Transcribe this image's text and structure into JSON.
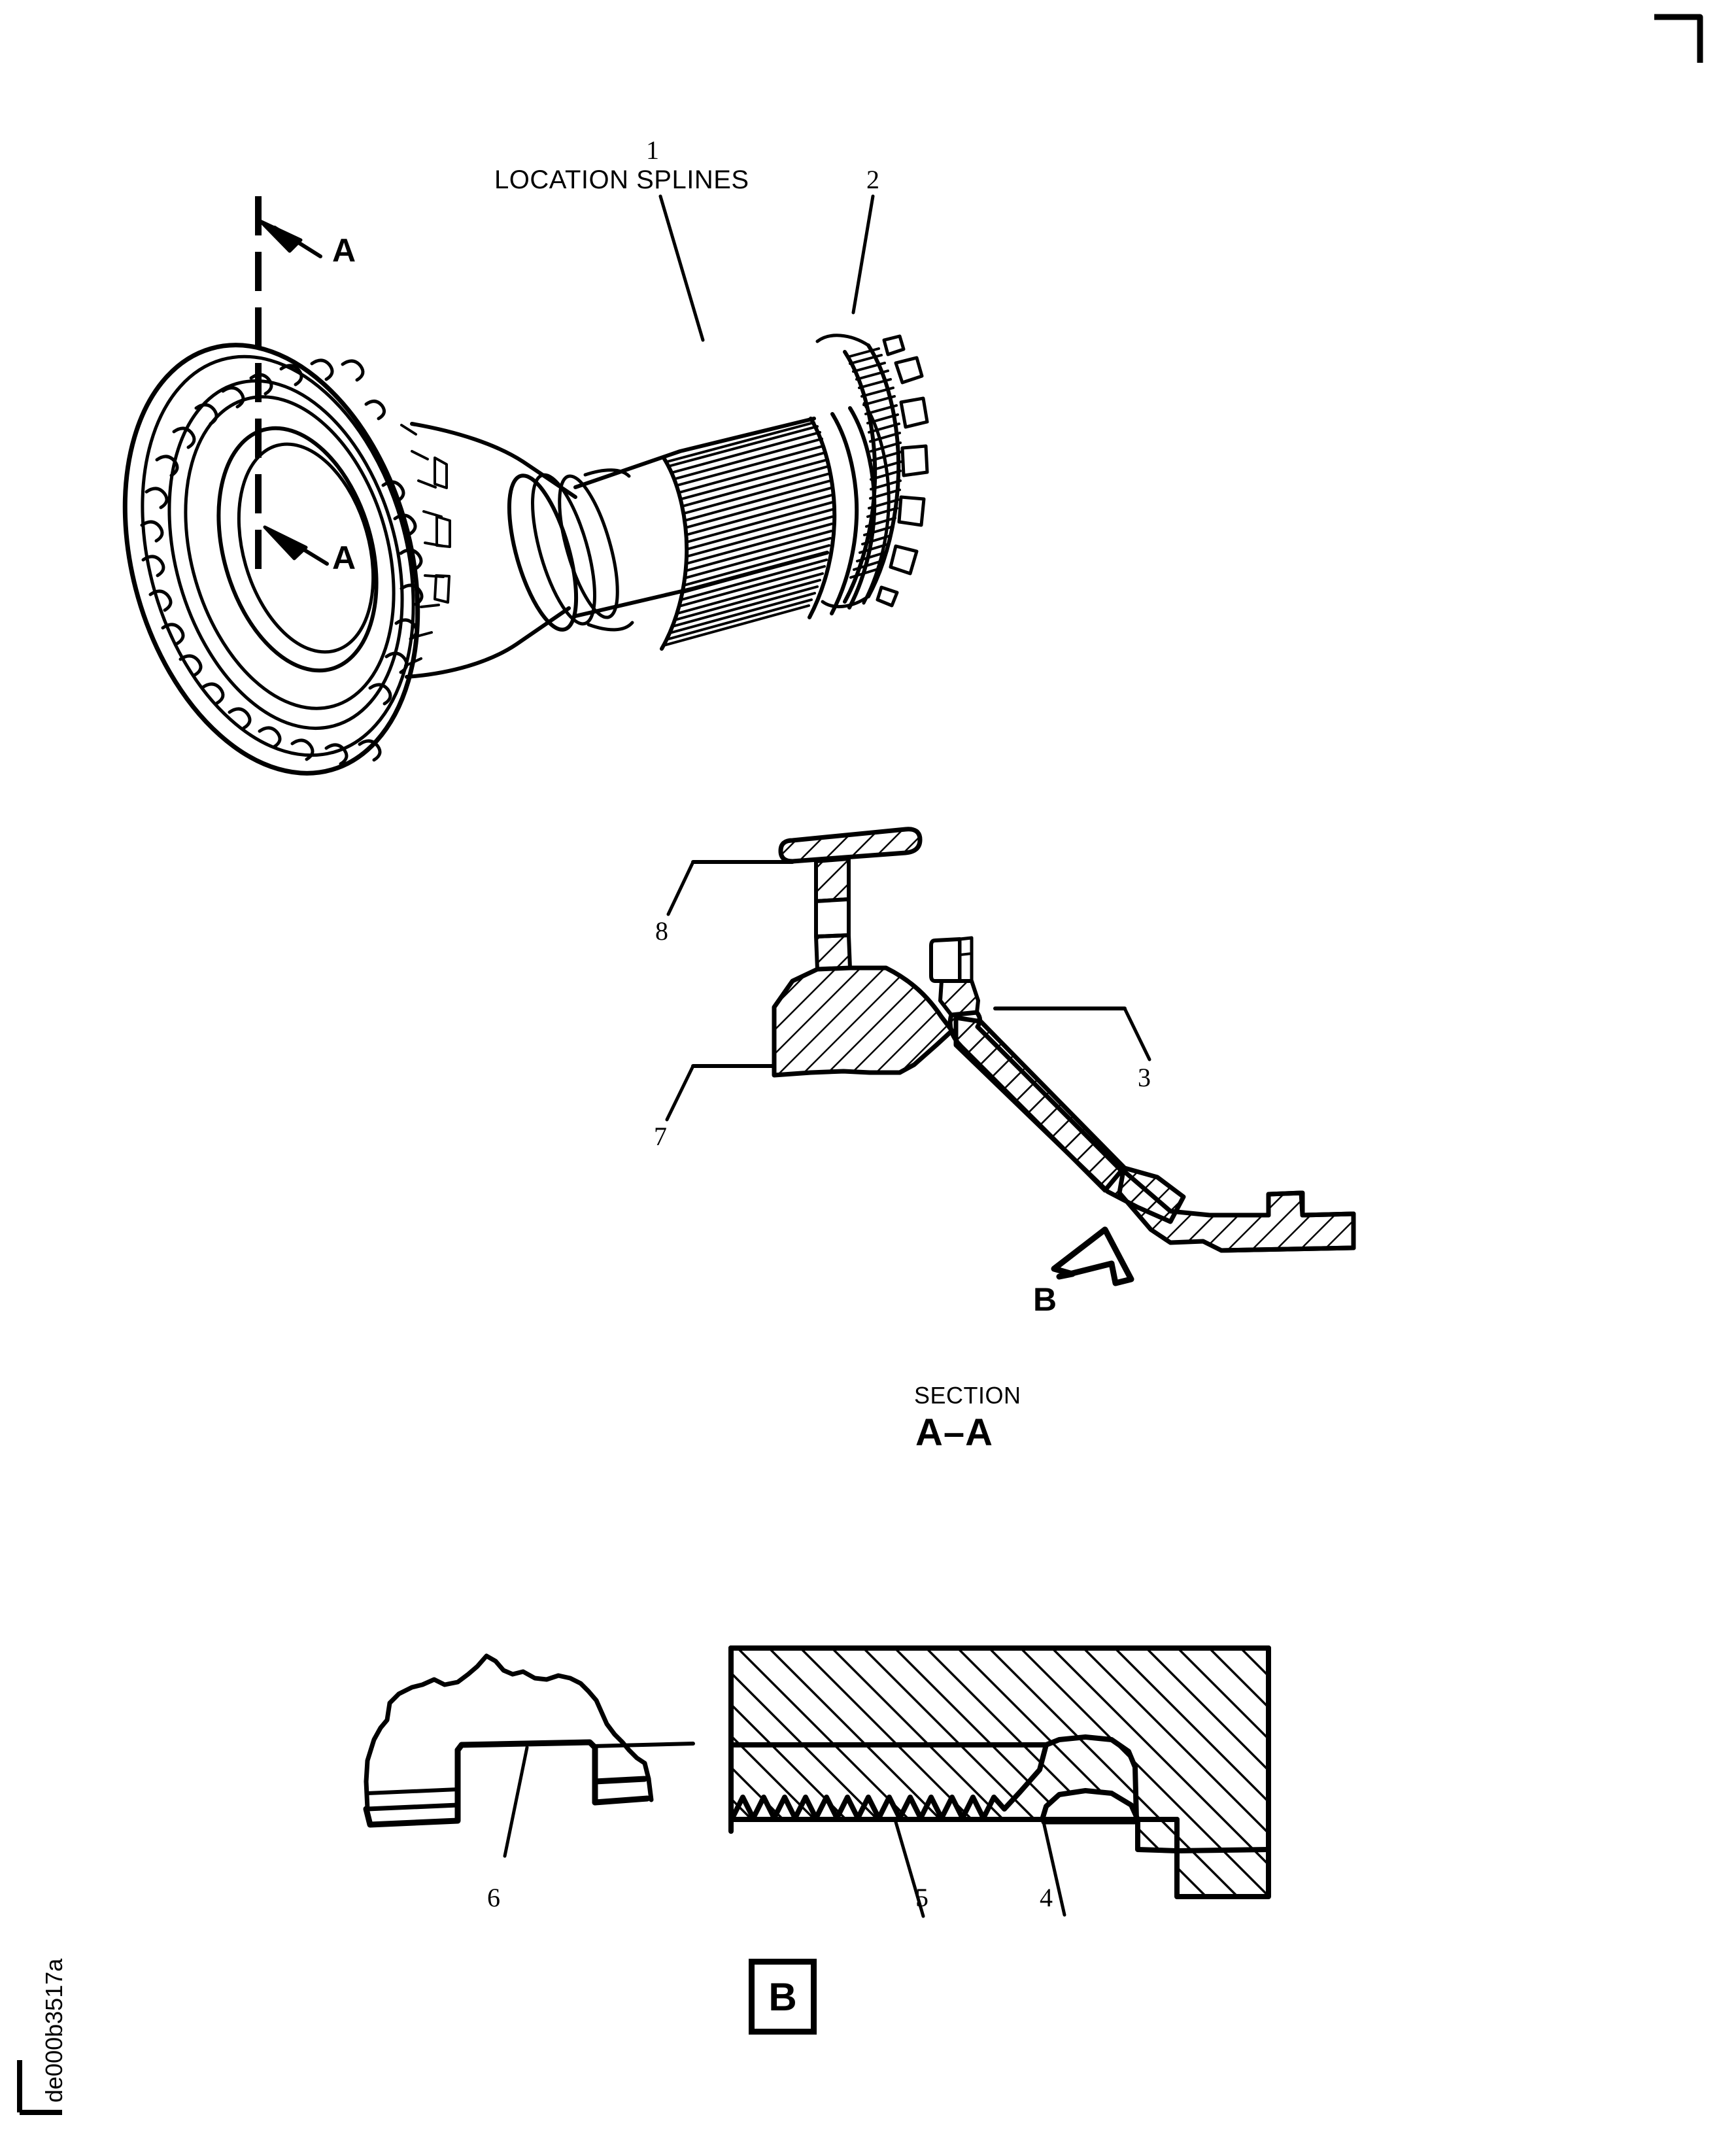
{
  "drawing": {
    "id_text": "de000b3517a",
    "corner_mark": "registration-corner-top-right"
  },
  "callouts": {
    "location_splines_label": "LOCATION SPLINES",
    "item_1": "1",
    "item_2": "2",
    "item_3": "3",
    "item_4": "4",
    "item_5": "5",
    "item_6": "6",
    "item_7": "7",
    "item_8": "8"
  },
  "section_marks": {
    "cut_letter_top": "A",
    "cut_letter_bottom": "A",
    "section_word": "SECTION",
    "section_name": "A–A",
    "detail_arrow_letter": "B",
    "detail_box_letter": "B"
  },
  "views": {
    "isometric": "axle-shaft-flange-isometric",
    "section_aa": "section-a-a-cross-section",
    "detail_b": "detail-b-enlarged-section"
  },
  "colors": {
    "line": "#000000",
    "background": "#ffffff"
  }
}
